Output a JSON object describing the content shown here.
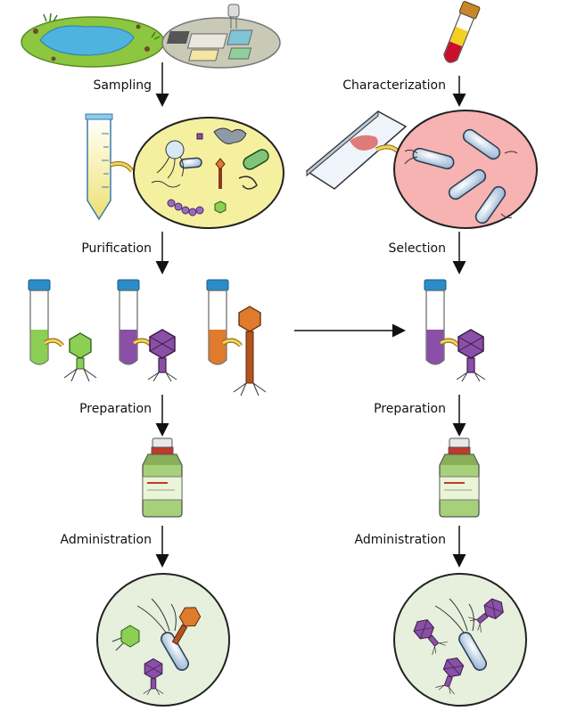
{
  "left_column": {
    "step_1": "Sampling",
    "step_2": "Purification",
    "step_3": "Preparation",
    "step_4": "Administration"
  },
  "right_column": {
    "step_1": "Characterization",
    "step_2": "Selection",
    "step_3": "Preparation",
    "step_4": "Administration"
  },
  "colors": {
    "environment_pond": "#4fb3e0",
    "sample_circle": "#f5f0a0",
    "patient_circle": "#f7b2b2",
    "phage_green": "#8ccf55",
    "phage_purple": "#8a4fa6",
    "phage_orange": "#e07a2c",
    "vial_label": "#eaf4d6",
    "treatment_circle": "#e6f0dc"
  }
}
